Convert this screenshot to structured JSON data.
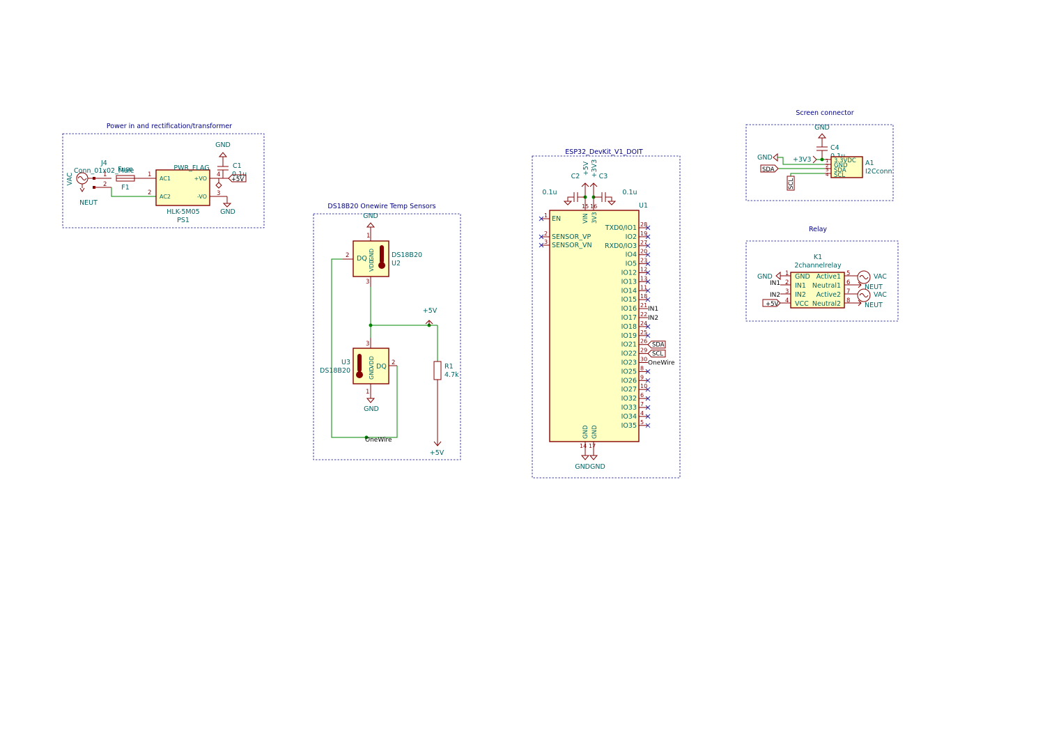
{
  "sheet": {
    "blocks": {
      "power": {
        "title": "Power in and rectification/transformer"
      },
      "sensors": {
        "title": "DS18B20 Onewire Temp Sensors"
      },
      "mcu": {
        "title": "ESP32_DevKit_V1_DOIT"
      },
      "screen": {
        "title": "Screen connector"
      },
      "relay": {
        "title": "Relay"
      }
    },
    "power": {
      "j4_ref": "J4",
      "j4_value": "Conn_01x02_Male",
      "f1_ref": "F1",
      "f1_value": "Fuse",
      "pwr_flag": "PWR_FLAG",
      "ps1_ref": "PS1",
      "ps1_value": "HLK-5M05",
      "ps1_pin_ac1": "AC1",
      "ps1_pin_ac2": "AC2",
      "ps1_pin_vo_pos": "+VO",
      "ps1_pin_vo_neg": "-VO",
      "c1_ref": "C1",
      "c1_value": "0.1u",
      "vac": "VAC",
      "neut": "NEUT",
      "gnd_top": "GND",
      "gnd_bottom": "GND",
      "plus5v": "+5V",
      "pin1": "1",
      "pin2": "2",
      "pin_a1": "1",
      "pin_a2": "2",
      "pin_b4": "4",
      "pin_b3": "3"
    },
    "sensors": {
      "u2_ref": "U2",
      "u2_value": "DS18B20",
      "u3_ref": "U3",
      "u3_value": "DS18B20",
      "pin_dq": "DQ",
      "pin_vdd": "VDD",
      "pin_gnd": "GND",
      "gnd_top": "GND",
      "gnd_bottom": "GND",
      "plus5v_top": "+5V",
      "plus5v_bottom": "+5V",
      "r1_ref": "R1",
      "r1_value": "4.7k",
      "onewire": "OneWire",
      "u2_pin2": "2",
      "u2_pin1": "1",
      "u2_pin3": "3",
      "u3_pin3": "3",
      "u3_pin1": "1",
      "u3_pin2": "2"
    },
    "mcu": {
      "u1_ref": "U1",
      "c2_ref": "C2",
      "c2_value": "0.1u",
      "c3_ref": "C3",
      "c3_value": "0.1u",
      "plus5v": "+5V",
      "plus3v3": "+3V3",
      "pin_vin": "VIN",
      "pin_3v3": "3V3",
      "pin_gnd": "GND",
      "vin_num": "15",
      "v3_num": "16",
      "gnd_num1": "14",
      "gnd_num2": "17",
      "gndgnd": "GNDGND",
      "left_pins": [
        {
          "name": "EN",
          "num": "1"
        },
        {
          "name": "SENSOR_VP",
          "num": "2"
        },
        {
          "name": "SENSOR_VN",
          "num": "3"
        }
      ],
      "right_pins": [
        {
          "name": "TXD0/IO1",
          "num": "28",
          "net": ""
        },
        {
          "name": "IO2",
          "num": "19",
          "net": ""
        },
        {
          "name": "RXD0/IO3",
          "num": "27",
          "net": ""
        },
        {
          "name": "IO4",
          "num": "20",
          "net": ""
        },
        {
          "name": "IO5",
          "num": "23",
          "net": ""
        },
        {
          "name": "IO12",
          "num": "12",
          "net": ""
        },
        {
          "name": "IO13",
          "num": "13",
          "net": ""
        },
        {
          "name": "IO14",
          "num": "11",
          "net": ""
        },
        {
          "name": "IO15",
          "num": "18",
          "net": ""
        },
        {
          "name": "IO16",
          "num": "21",
          "net": "IN1"
        },
        {
          "name": "IO17",
          "num": "22",
          "net": "IN2"
        },
        {
          "name": "IO18",
          "num": "24",
          "net": ""
        },
        {
          "name": "IO19",
          "num": "25",
          "net": ""
        },
        {
          "name": "IO21",
          "num": "26",
          "net": "SDA"
        },
        {
          "name": "IO22",
          "num": "29",
          "net": "SCL"
        },
        {
          "name": "IO23",
          "num": "30",
          "net": "OneWire"
        },
        {
          "name": "IO25",
          "num": "8",
          "net": ""
        },
        {
          "name": "IO26",
          "num": "9",
          "net": ""
        },
        {
          "name": "IO27",
          "num": "10",
          "net": ""
        },
        {
          "name": "IO32",
          "num": "6",
          "net": ""
        },
        {
          "name": "IO33",
          "num": "7",
          "net": ""
        },
        {
          "name": "IO34",
          "num": "4",
          "net": ""
        },
        {
          "name": "IO35",
          "num": "5",
          "net": ""
        }
      ]
    },
    "screen": {
      "gnd_top": "GND",
      "c4_ref": "C4",
      "c4_value": "0.1u",
      "gnd_left": "GND",
      "plus3v3": "+3V3",
      "sda": "SDA",
      "scl": "SCL",
      "a1_ref": "A1",
      "a1_value": "I2Cconn",
      "pin_3v3": "3.3VDC",
      "pin_gnd": "GND",
      "pin_sda": "SDA",
      "pin_scl": "SCL",
      "n1": "1",
      "n2": "2",
      "n3": "3",
      "n4": "4"
    },
    "relay": {
      "k1_ref": "K1",
      "k1_value": "2channelrelay",
      "left_pins": [
        {
          "name": "GND",
          "num": "1",
          "net": "GND"
        },
        {
          "name": "IN1",
          "num": "2",
          "net": "IN1"
        },
        {
          "name": "IN2",
          "num": "3",
          "net": "IN2"
        },
        {
          "name": "VCC",
          "num": "4",
          "net": "+5V"
        }
      ],
      "right_pins": [
        {
          "name": "Active1",
          "num": "5",
          "net": "VAC"
        },
        {
          "name": "Neutral1",
          "num": "6",
          "net": "NEUT"
        },
        {
          "name": "Active2",
          "num": "7",
          "net": "VAC"
        },
        {
          "name": "Neutral2",
          "num": "8",
          "net": "NEUT"
        }
      ]
    }
  }
}
